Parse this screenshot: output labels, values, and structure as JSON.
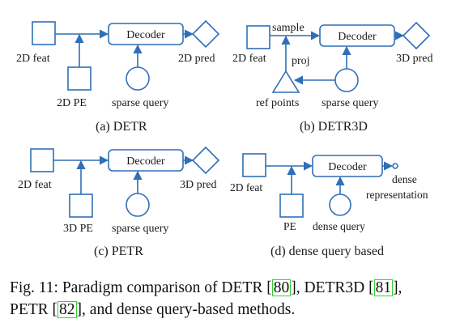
{
  "panels": {
    "a": {
      "decoder": "Decoder",
      "feat": "2D feat",
      "pe": "2D PE",
      "query": "sparse query",
      "pred": "2D pred",
      "caption": "(a)  DETR"
    },
    "b": {
      "decoder": "Decoder",
      "feat": "2D feat",
      "sample": "sample",
      "proj": "proj",
      "ref": "ref points",
      "query": "sparse query",
      "pred": "3D pred",
      "caption": "(b)  DETR3D"
    },
    "c": {
      "decoder": "Decoder",
      "feat": "2D feat",
      "pe": "3D PE",
      "query": "sparse query",
      "pred": "3D pred",
      "caption": "(c)  PETR"
    },
    "d": {
      "decoder": "Decoder",
      "feat": "2D feat",
      "pe": "PE",
      "query": "dense query",
      "dense1": "dense",
      "dense2": "representation",
      "caption": "(d)  dense query based"
    }
  },
  "caption": {
    "prefix": "Fig. 11: Paradigm comparison of DETR [",
    "ref1": "80",
    "mid1": "], DETR3D [",
    "ref2": "81",
    "mid2": "],",
    "line2_prefix": "PETR [",
    "ref3": "82",
    "suffix": "], and dense query-based methods."
  },
  "colors": {
    "line": "#2f6fb7",
    "citation_box": "#2fd32f"
  }
}
